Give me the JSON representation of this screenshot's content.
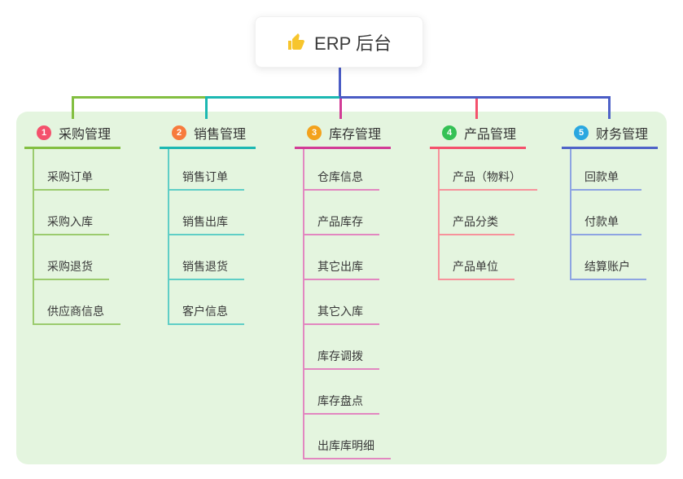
{
  "root": {
    "label": "ERP 后台",
    "icon": "thumbs-up-icon",
    "icon_color": "#f7c52d"
  },
  "colors": {
    "panel_bg": "#e4f5df",
    "root_line": "#4a5cc5",
    "text": "#333333"
  },
  "branches": [
    {
      "number": "1",
      "label": "采购管理",
      "badge_color": "#f4516c",
      "line_color": "#83bf41",
      "child_line_color": "#9bcb6e",
      "children": [
        "采购订单",
        "采购入库",
        "采购退货",
        "供应商信息"
      ]
    },
    {
      "number": "2",
      "label": "销售管理",
      "badge_color": "#f77b3d",
      "line_color": "#1cb8b2",
      "child_line_color": "#5fcec6",
      "children": [
        "销售订单",
        "销售出库",
        "销售退货",
        "客户信息"
      ]
    },
    {
      "number": "3",
      "label": "库存管理",
      "badge_color": "#f3a21c",
      "line_color": "#d23c96",
      "child_line_color": "#e287c0",
      "children": [
        "仓库信息",
        "产品库存",
        "其它出库",
        "其它入库",
        "库存调拨",
        "库存盘点",
        "出库库明细"
      ]
    },
    {
      "number": "4",
      "label": "产品管理",
      "badge_color": "#35c155",
      "line_color": "#f4516c",
      "child_line_color": "#f7929b",
      "children": [
        "产品（物料）",
        "产品分类",
        "产品单位"
      ]
    },
    {
      "number": "5",
      "label": "财务管理",
      "badge_color": "#2aa7e0",
      "line_color": "#4f63c8",
      "child_line_color": "#8da4e2",
      "children": [
        "回款单",
        "付款单",
        "结算账户"
      ]
    }
  ]
}
